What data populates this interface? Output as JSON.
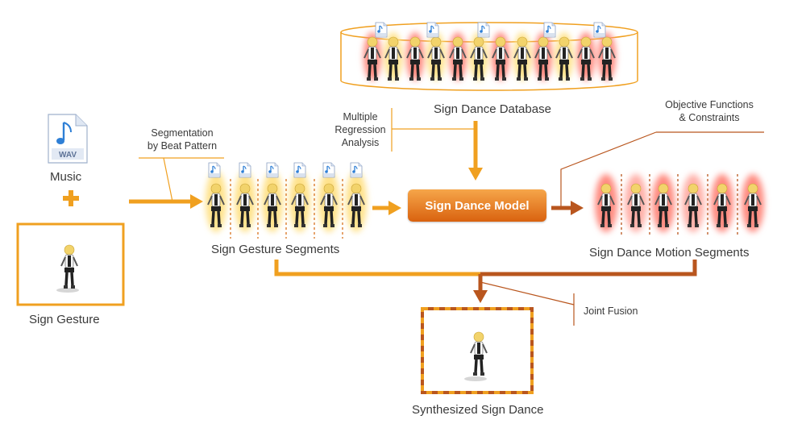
{
  "labels": {
    "music": "Music",
    "sign_gesture": "Sign Gesture",
    "segmentation_line1": "Segmentation",
    "segmentation_line2": "by Beat Pattern",
    "sign_gesture_segments": "Sign Gesture Segments",
    "database": "Sign Dance Database",
    "regression_line1": "Multiple",
    "regression_line2": "Regression",
    "regression_line3": "Analysis",
    "model": "Sign Dance Model",
    "objective_line1": "Objective Functions",
    "objective_line2": "& Constraints",
    "motion_segments": "Sign Dance Motion Segments",
    "joint_fusion": "Joint Fusion",
    "synthesized": "Synthesized Sign Dance",
    "wav": "WAV"
  },
  "colors": {
    "orange": "#f0a020",
    "orange_light": "#f7b44a",
    "rust": "#b9561e",
    "model_top": "#f6a64a",
    "model_bottom": "#d9620f",
    "glow_yellow": "#ffe28a",
    "glow_red": "#ff8b80"
  },
  "icons": {
    "music_file": "wav-music-file-icon",
    "plus": "plus-icon",
    "dancer": "dancer-figure-icon"
  }
}
